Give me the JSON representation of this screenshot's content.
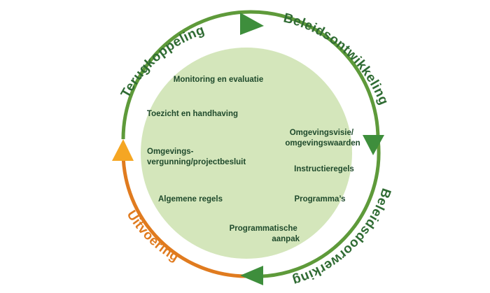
{
  "cycle": {
    "phases": [
      {
        "id": "terugkoppeling",
        "label": "Terugkoppeling"
      },
      {
        "id": "beleidsontwikkeling",
        "label": "Beleidsontwikkeling"
      },
      {
        "id": "beleidsdoorwerking",
        "label": "Beleidsdoorwerking"
      },
      {
        "id": "uitvoering",
        "label": "Uitvoering"
      }
    ],
    "instruments": [
      {
        "id": "monitoring",
        "lines": [
          "Monitoring en evaluatie"
        ]
      },
      {
        "id": "toezicht",
        "lines": [
          "Toezicht en handhaving"
        ]
      },
      {
        "id": "omgevingsvisie",
        "lines": [
          "Omgevingsvisie/",
          "omgevingswaarden"
        ]
      },
      {
        "id": "omgevingsvergunning",
        "lines": [
          "Omgevings-",
          "vergunning/projectbesluit"
        ]
      },
      {
        "id": "instructieregels",
        "lines": [
          "Instructieregels"
        ]
      },
      {
        "id": "algemene-regels",
        "lines": [
          "Algemene regels"
        ]
      },
      {
        "id": "programmas",
        "lines": [
          "Programma’s"
        ]
      },
      {
        "id": "programmatische-aanpak",
        "lines": [
          "Programmatische",
          "aanpak"
        ]
      }
    ]
  },
  "colors": {
    "green_ring": "#5e9a3a",
    "green_text": "#2f6b33",
    "orange": "#e07b1f",
    "orange_arrow": "#f5a623",
    "inner_fill": "#d4e6bb",
    "inner_text": "#1f4a2c"
  }
}
